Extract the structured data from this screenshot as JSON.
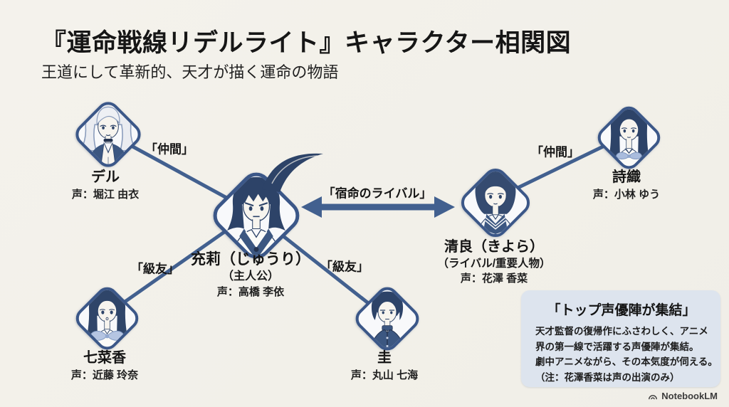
{
  "page": {
    "title": "『運命戦線リデルライト』キャラクター相関図",
    "subtitle": "王道にして革新的、天才が描く運命の物語"
  },
  "characters": [
    {
      "name": "デル",
      "cv": "声：堀江 由衣"
    },
    {
      "name": "充莉（じゅうり）",
      "role": "（主人公）",
      "cv": "声：高橋 李依"
    },
    {
      "name": "清良（きよら）",
      "role": "（ライバル/重要人物）",
      "cv": "声：花澤 香菜"
    },
    {
      "name": "詩織",
      "cv": "声：小林 ゆう"
    },
    {
      "name": "七菜香",
      "cv": "声：近藤 玲奈"
    },
    {
      "name": "圭",
      "cv": "声：丸山 七海"
    }
  ],
  "relationships": [
    {
      "label": "「仲間」",
      "from": "デル",
      "to": "充莉"
    },
    {
      "label": "「級友」",
      "from": "七菜香",
      "to": "充莉"
    },
    {
      "label": "「級友」",
      "from": "充莉",
      "to": "圭"
    },
    {
      "label": "「仲間」",
      "from": "清良",
      "to": "詩織"
    },
    {
      "label": "「宿命のライバル」",
      "from": "充莉",
      "to": "清良",
      "arrow": "double"
    }
  ],
  "note_box": {
    "title": "「トップ声優陣が集結」",
    "lines": [
      "天才監督の復帰作にふさわしく、アニメ",
      "界の第一線で活躍する声優陣が集結。",
      "劇中アニメながら、その本気度が伺える。",
      "（注：花澤香菜は声の出演のみ）"
    ]
  },
  "watermark": {
    "label": "NotebookLM"
  },
  "colors": {
    "background": "#f3f1ea",
    "line_blue": "#42608f",
    "diamond_border": "#3b5788",
    "note_box_bg": "#dde4ee",
    "ink": "#1b1b1b"
  }
}
